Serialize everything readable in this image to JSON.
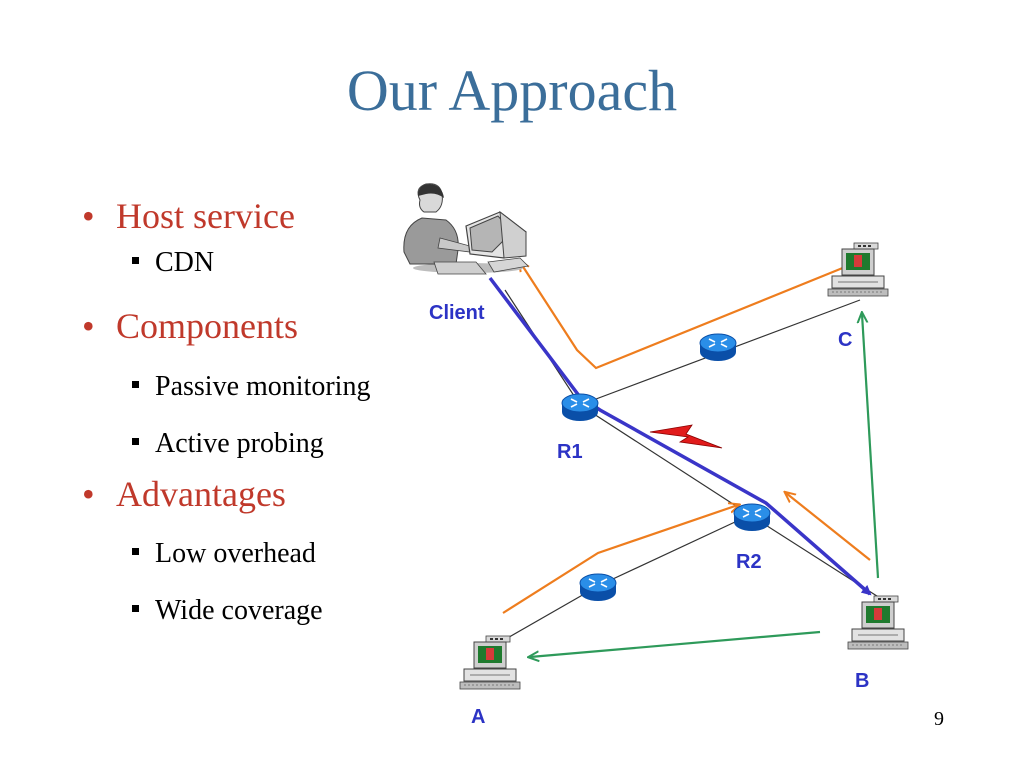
{
  "slide": {
    "title": "Our Approach",
    "page_number": "9"
  },
  "bullets": [
    {
      "text": "Host service",
      "subs": [
        "CDN"
      ]
    },
    {
      "text": "Components",
      "subs": [
        "Passive monitoring",
        "Active probing"
      ]
    },
    {
      "text": "Advantages",
      "subs": [
        "Low overhead",
        "Wide coverage"
      ]
    }
  ],
  "diagram": {
    "labels": {
      "client": "Client",
      "c": "C",
      "r1": "R1",
      "r2": "R2",
      "a": "A",
      "b": "B"
    },
    "colors": {
      "title": "#3b6e9a",
      "bullet": "#c0392b",
      "label": "#2c33c5",
      "client_path": "#3a35c8",
      "orange_path": "#ee7d1e",
      "green_path": "#2e9a5a",
      "lightning": "#e11b1b"
    }
  }
}
